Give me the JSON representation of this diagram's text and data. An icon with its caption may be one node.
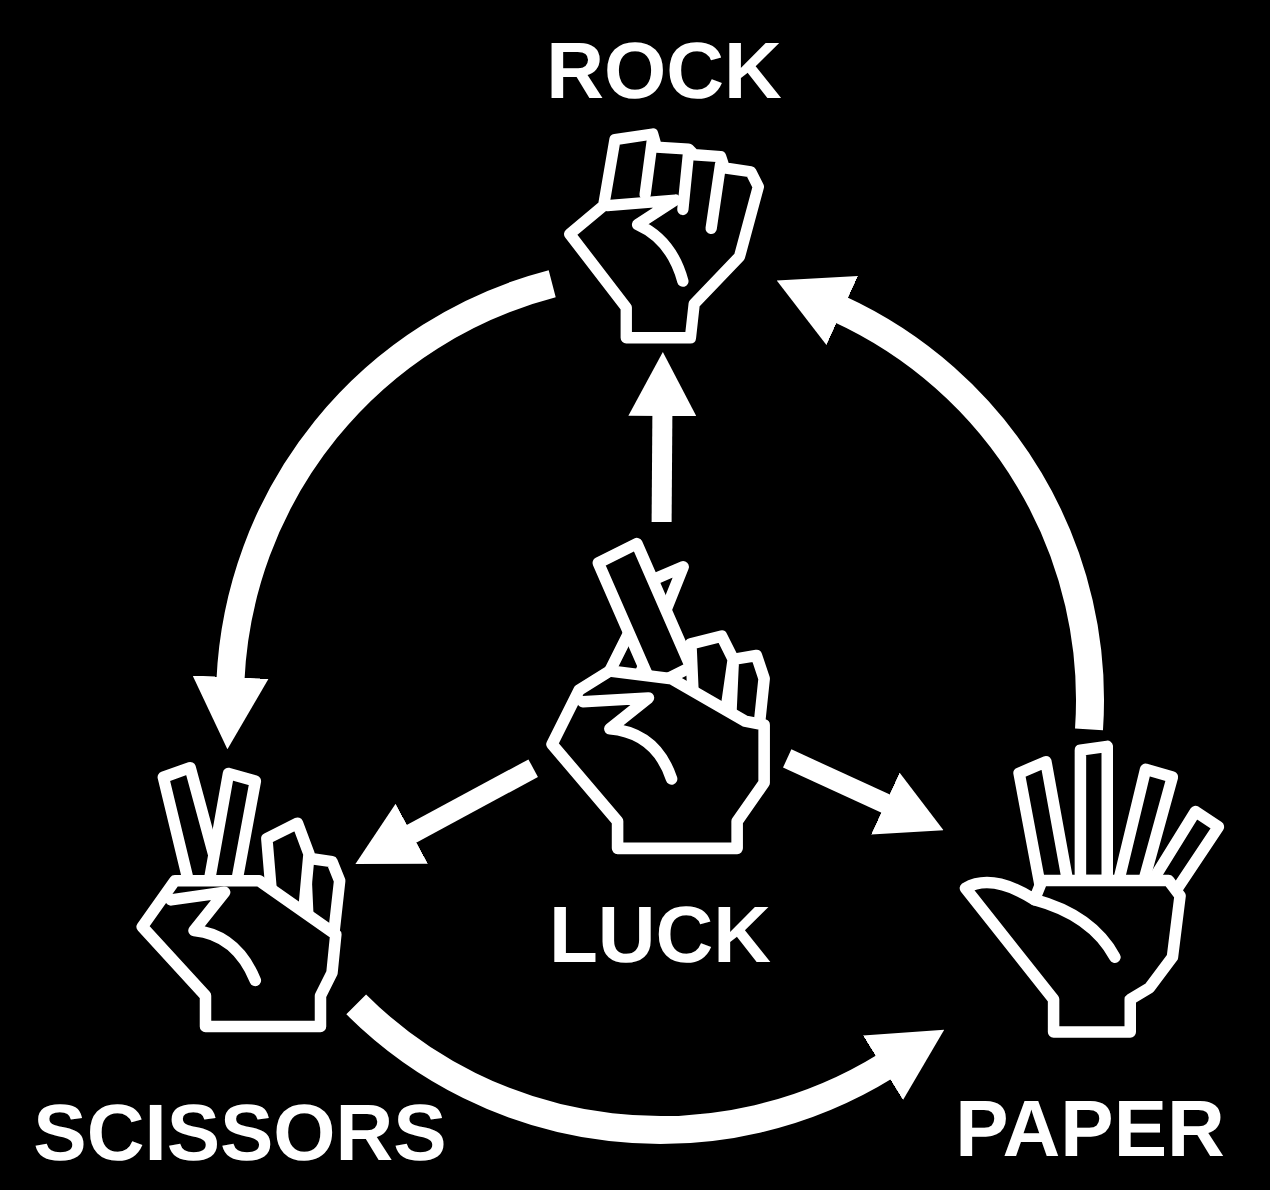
{
  "diagram": {
    "nodes": [
      {
        "text": [
          "ROCK"
        ]
      },
      {
        "text": [
          "LUCK"
        ]
      },
      {
        "text": [
          "SCISSORS"
        ]
      },
      {
        "text": [
          "PAPER"
        ]
      }
    ],
    "edges": [
      {
        "from": 0,
        "to": 2,
        "arrow": "to"
      },
      {
        "from": 2,
        "to": 3,
        "arrow": "to"
      },
      {
        "from": 3,
        "to": 0,
        "arrow": "to"
      },
      {
        "from": 1,
        "to": 0,
        "arrow": "to"
      },
      {
        "from": 1,
        "to": 2,
        "arrow": "to"
      },
      {
        "from": 1,
        "to": 3,
        "arrow": "to"
      }
    ]
  }
}
